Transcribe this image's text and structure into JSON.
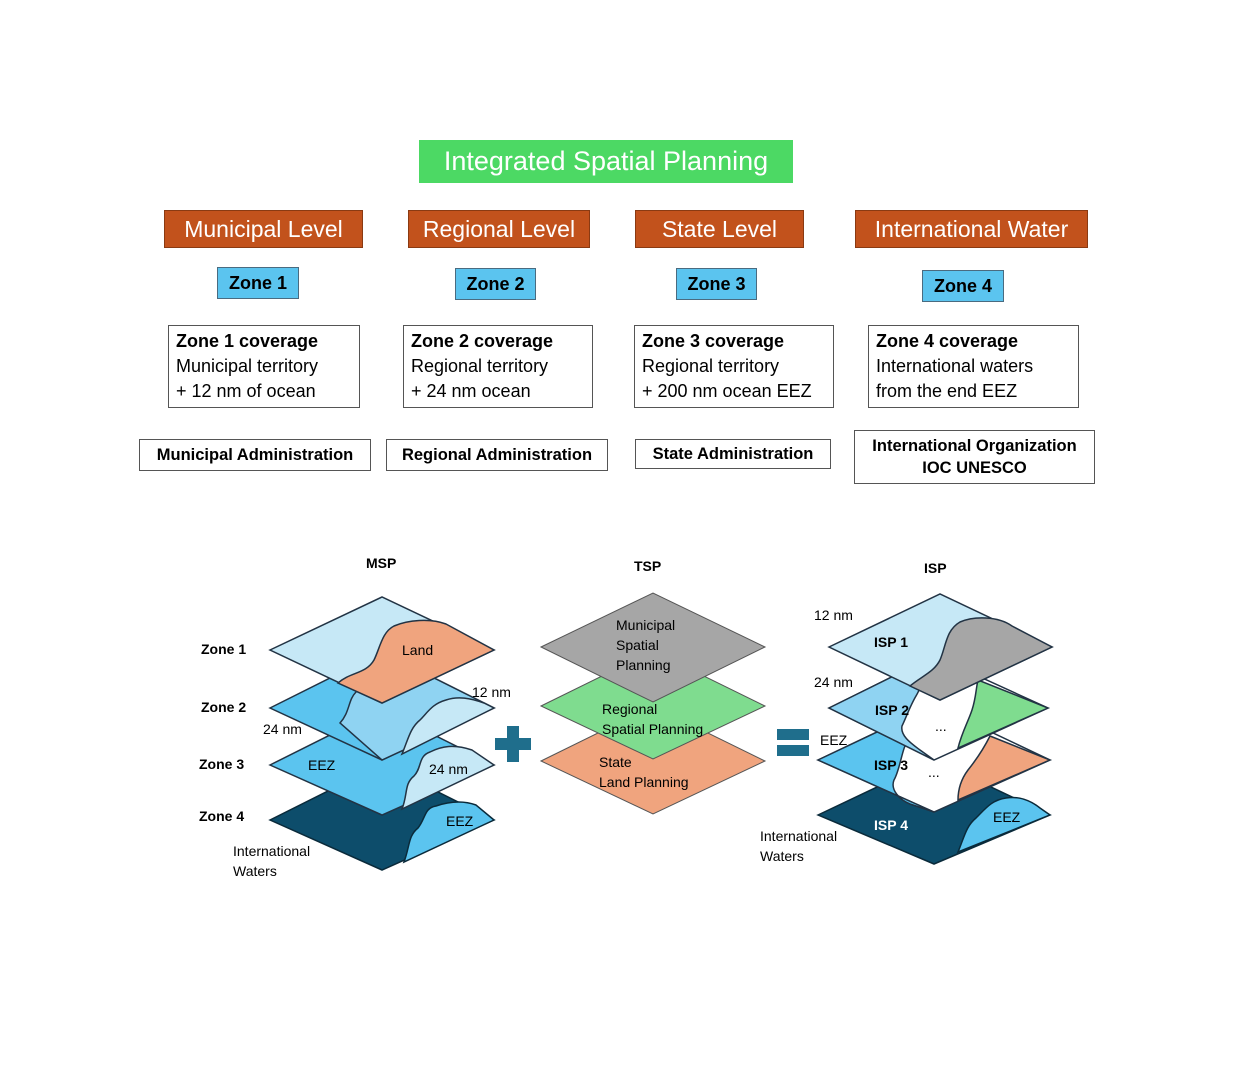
{
  "title": "Integrated Spatial Planning",
  "columns": [
    {
      "level": "Municipal Level",
      "zone": "Zone 1",
      "coverage_title": "Zone 1 coverage",
      "coverage_line1": "Municipal territory",
      "coverage_line2": "+ 12 nm of ocean",
      "admin_line1": "Municipal Administration",
      "admin_line2": ""
    },
    {
      "level": "Regional Level",
      "zone": "Zone 2",
      "coverage_title": "Zone 2 coverage",
      "coverage_line1": "Regional territory",
      "coverage_line2": "+ 24 nm ocean",
      "admin_line1": "Regional Administration",
      "admin_line2": ""
    },
    {
      "level": "State Level",
      "zone": "Zone 3",
      "coverage_title": "Zone 3 coverage",
      "coverage_line1": "Regional territory",
      "coverage_line2": "+ 200 nm ocean EEZ",
      "admin_line1": "State Administration",
      "admin_line2": ""
    },
    {
      "level": "International Water",
      "zone": "Zone 4",
      "coverage_title": "Zone 4 coverage",
      "coverage_line1": "International waters",
      "coverage_line2": "from the end EEZ",
      "admin_line1": "International Organization",
      "admin_line2": "IOC UNESCO"
    }
  ],
  "msp": {
    "heading": "MSP",
    "zone_labels": [
      "Zone 1",
      "Zone 2",
      "Zone 3",
      "Zone 4"
    ],
    "land": "Land",
    "nm12": "12 nm",
    "nm24_left": "24 nm",
    "nm24_right": "24 nm",
    "eez_left": "EEZ",
    "eez_right": "EEZ",
    "intl_line1": "International",
    "intl_line2": "Waters"
  },
  "tsp": {
    "heading": "TSP",
    "municipal": [
      "Municipal",
      "Spatial",
      "Planning"
    ],
    "regional": [
      "Regional",
      "Spatial Planning"
    ],
    "state": [
      "State",
      "Land Planning"
    ]
  },
  "isp": {
    "heading": "ISP",
    "nm12": "12 nm",
    "nm24": "24 nm",
    "eez": "EEZ",
    "layers": [
      "ISP 1",
      "ISP 2",
      "ISP 3",
      "ISP 4"
    ],
    "ellipsis": "...",
    "eez_right": "EEZ",
    "intl_line1": "International",
    "intl_line2": "Waters"
  },
  "colors": {
    "title_bg": "#4cd964",
    "level_bg": "#c2521c",
    "zone_bg": "#5bc4ef",
    "land": "#f0a47e",
    "light_water": "#c6e8f6",
    "mid_water": "#8fd3f2",
    "blue_water": "#5bc4ef",
    "dark_water": "#0d4d6b",
    "grey": "#a6a6a6",
    "green": "#7fdc8f",
    "operator": "#1f6e8c"
  }
}
